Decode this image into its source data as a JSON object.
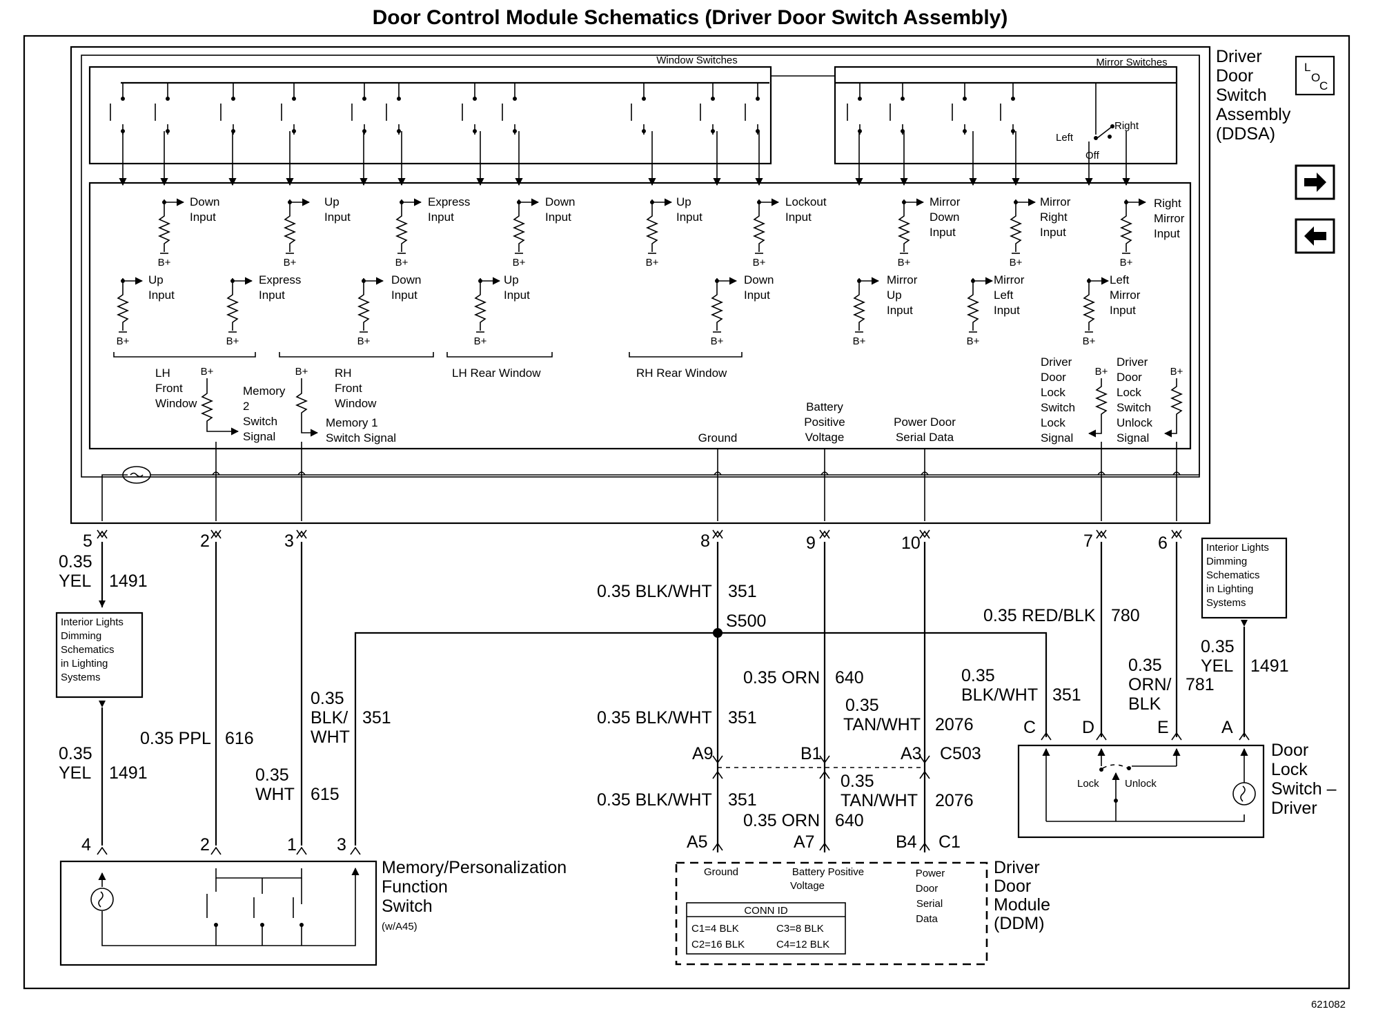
{
  "title": "Door Control Module Schematics (Driver Door Switch Assembly)",
  "figure_number": "621082",
  "ddsa": {
    "name_lines": [
      "Driver",
      "Door",
      "Switch",
      "Assembly",
      "(DDSA)"
    ],
    "window_switches_label": "Window Switches",
    "mirror_switches_label": "Mirror Switches",
    "mirror_positions": [
      "Left",
      "Right",
      "Off"
    ],
    "top_row_labels": [
      [
        "Down",
        "Input"
      ],
      [
        "Up",
        "Input"
      ],
      [
        "Express",
        "Input"
      ],
      [
        "Down",
        "Input"
      ],
      [
        "Up",
        "Input"
      ],
      [
        "Lockout",
        "Input"
      ],
      [
        "Mirror",
        "Down",
        "Input"
      ],
      [
        "Mirror",
        "Right",
        "Input"
      ],
      [
        "Right",
        "Mirror",
        "Input"
      ]
    ],
    "bottom_row_labels": [
      [
        "Up",
        "Input"
      ],
      [
        "Express",
        "Input"
      ],
      [
        "Down",
        "Input"
      ],
      [
        "Up",
        "Input"
      ],
      [
        "Down",
        "Input"
      ],
      [
        "Mirror",
        "Up",
        "Input"
      ],
      [
        "Mirror",
        "Left",
        "Input"
      ],
      [
        "Left",
        "Mirror",
        "Input"
      ]
    ],
    "supply": "B+",
    "groups": [
      [
        "LH",
        "Front",
        "Window"
      ],
      [
        "RH",
        "Front",
        "Window"
      ],
      [
        "LH Rear Window"
      ],
      [
        "RH Rear Window"
      ]
    ],
    "signals": {
      "memory2": [
        "Memory",
        "2",
        "Switch",
        "Signal"
      ],
      "memory1": [
        "Memory 1",
        "Switch Signal"
      ],
      "ground": "Ground",
      "battery": [
        "Battery",
        "Positive",
        "Voltage"
      ],
      "serial": [
        "Power Door",
        "Serial Data"
      ],
      "lock": [
        "Driver",
        "Door",
        "Lock",
        "Switch",
        "Lock",
        "Signal"
      ],
      "unlock": [
        "Driver",
        "Door",
        "Lock",
        "Switch",
        "Unlock",
        "Signal"
      ]
    }
  },
  "nav": {
    "loc_icon": "L O C",
    "next_icon": "arrow-right-icon",
    "prev_icon": "arrow-left-icon"
  },
  "pins": [
    "5",
    "2",
    "3",
    "8",
    "9",
    "10",
    "7",
    "6"
  ],
  "wires": {
    "w1491_top": [
      "0.35",
      "YEL",
      "1491"
    ],
    "ref_left": [
      "Interior Lights",
      "Dimming",
      "Schematics",
      "in Lighting",
      "Systems"
    ],
    "w1491_bottom": [
      "0.35",
      "YEL",
      "1491"
    ],
    "w616": [
      "0.35 PPL",
      "616"
    ],
    "w615": [
      "0.35",
      "WHT",
      "615"
    ],
    "w351_mid": [
      "0.35",
      "BLK/",
      "WHT",
      "351"
    ],
    "w351_top": [
      "0.35 BLK/WHT",
      "351"
    ],
    "splice": "S500",
    "w640": [
      "0.35 ORN",
      "640"
    ],
    "w2076": [
      "0.35",
      "TAN/WHT",
      "2076"
    ],
    "w351_a": [
      "0.35 BLK/WHT",
      "351"
    ],
    "w780": [
      "0.35 RED/BLK",
      "780"
    ],
    "w351_c": [
      "0.35",
      "BLK/WHT",
      "351"
    ],
    "w781": [
      "0.35",
      "ORN/",
      "BLK",
      "781"
    ],
    "w1491_right": [
      "0.35",
      "YEL",
      "1491"
    ],
    "ref_right": [
      "Interior Lights",
      "Dimming",
      "Schematics",
      "in Lighting",
      "Systems"
    ],
    "w351_b": [
      "0.35 BLK/WHT",
      "351"
    ],
    "w640_b": [
      "0.35 ORN",
      "640"
    ],
    "w2076_b": [
      "0.35",
      "TAN/WHT",
      "2076"
    ]
  },
  "c503": {
    "name": "C503",
    "top_pins": [
      "A9",
      "B1",
      "A3"
    ],
    "bottom_pins": [
      "A5",
      "A7",
      "B4",
      "C1"
    ]
  },
  "memory_switch": {
    "name_lines": [
      "Memory/Personalization",
      "Function",
      "Switch"
    ],
    "option": "(w/A45)",
    "pins": [
      "4",
      "2",
      "1",
      "3"
    ]
  },
  "ddm": {
    "name_lines": [
      "Driver",
      "Door",
      "Module",
      "(DDM)"
    ],
    "labels": {
      "ground": "Ground",
      "battery": [
        "Battery Positive",
        "Voltage"
      ],
      "serial": [
        "Power",
        "Door",
        "Serial",
        "Data"
      ]
    },
    "conn_id": {
      "title": "CONN ID",
      "rows": [
        [
          "C1=4 BLK",
          "C3=8 BLK"
        ],
        [
          "C2=16 BLK",
          "C4=12 BLK"
        ]
      ]
    }
  },
  "door_lock_switch": {
    "name_lines": [
      "Door",
      "Lock",
      "Switch –",
      "Driver"
    ],
    "pins": [
      "C",
      "D",
      "E",
      "A"
    ],
    "positions": [
      "Lock",
      "Unlock"
    ]
  }
}
